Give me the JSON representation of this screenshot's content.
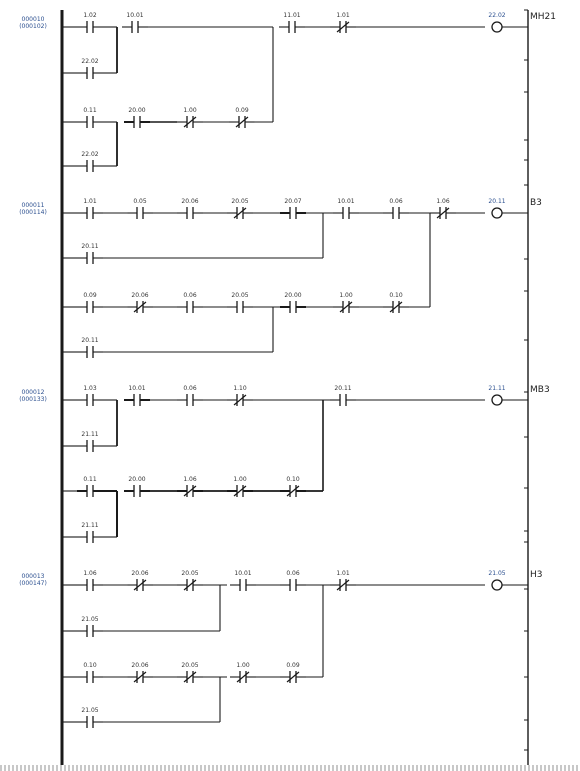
{
  "rungs": [
    {
      "step": "000010",
      "address": "(000102)",
      "output_label": "MH21",
      "contacts": [
        "1.02",
        "10.01",
        "22.02",
        "11.01",
        "1.01",
        "0.11",
        "20.00",
        "1.00",
        "0.09",
        "22.02"
      ],
      "coil": "22.02"
    },
    {
      "step": "000011",
      "address": "(000114)",
      "output_label": "B3",
      "contacts": [
        "1.01",
        "0.05",
        "20.06",
        "20.05",
        "20.07",
        "10.01",
        "0.06",
        "1.06",
        "20.11",
        "0.09",
        "20.06",
        "0.06",
        "20.05",
        "20.00",
        "1.00",
        "0.10",
        "20.11"
      ],
      "coil": "20.11"
    },
    {
      "step": "000012",
      "address": "(000133)",
      "output_label": "MB3",
      "contacts": [
        "1.03",
        "10.01",
        "0.06",
        "1.10",
        "20.11",
        "21.11",
        "0.11",
        "20.00",
        "1.06",
        "1.00",
        "0.10",
        "21.11"
      ],
      "coil": "21.11"
    },
    {
      "step": "000013",
      "address": "(000147)",
      "output_label": "H3",
      "contacts": [
        "1.06",
        "20.06",
        "20.05",
        "10.01",
        "0.06",
        "1.01",
        "21.05",
        "0.10",
        "20.06",
        "20.05",
        "1.00",
        "0.09",
        "21.05"
      ],
      "coil": "21.05"
    }
  ]
}
